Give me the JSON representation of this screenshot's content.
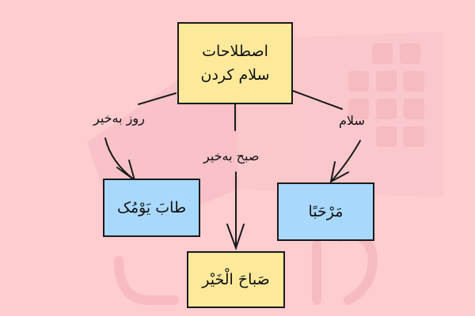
{
  "colors": {
    "background": "#ffccd0",
    "yellow_box": "#fde99a",
    "blue_box": "#a8d8fb",
    "stroke": "#1a1a1a"
  },
  "diagram": {
    "root": {
      "lines": [
        "اصطلاحات",
        "سلام کردن"
      ]
    },
    "edges": [
      {
        "label": "روز بەخیر",
        "target": "طابَ یَوْمُک"
      },
      {
        "label": "صبح بەخیر",
        "target": "صَباحَ الْخَیْر"
      },
      {
        "label": "سلام",
        "target": "مَرْحَبًا"
      }
    ],
    "nodes": {
      "left": "طابَ یَوْمُک",
      "center": "صَباحَ الْخَیْر",
      "right": "مَرْحَبًا"
    }
  }
}
